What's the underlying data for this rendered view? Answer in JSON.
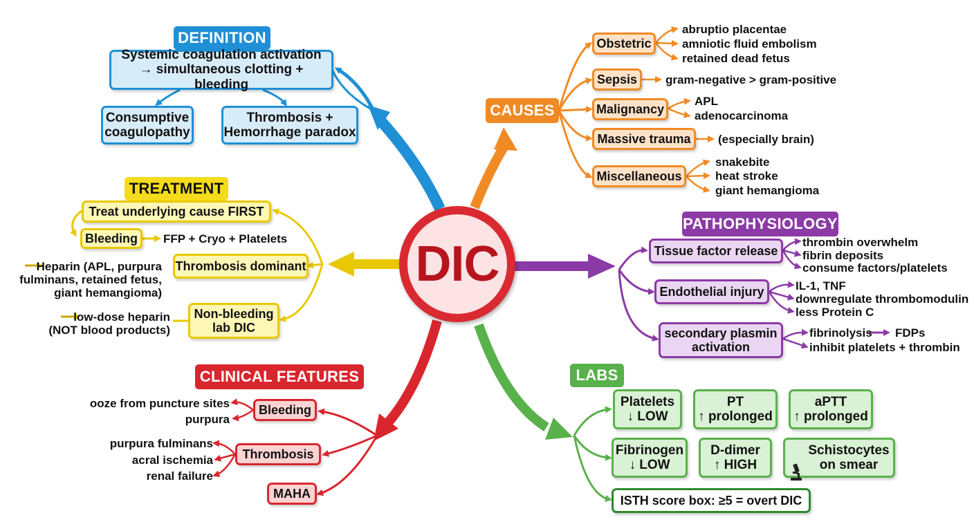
{
  "center": {
    "label": "DIC"
  },
  "colors": {
    "definition": "#1f8fd6",
    "causes": "#f08a24",
    "treatment": "#e8c800",
    "pathophysiology": "#8c3aa6",
    "clinical": "#d9262e",
    "labs": "#59b14b"
  },
  "definition": {
    "title": "DEFINITION",
    "main": "Systemic coagulation activation\n→ simultaneous clotting + bleeding",
    "children": [
      "Consumptive\ncoagulopathy",
      "Thrombosis +\nHemorrhage paradox"
    ]
  },
  "causes": {
    "title": "CAUSES",
    "items": [
      {
        "label": "Obstetric",
        "details": [
          "abruptio placentae",
          "amniotic fluid embolism",
          "retained dead fetus"
        ]
      },
      {
        "label": "Sepsis",
        "details": [
          "gram-negative > gram-positive"
        ]
      },
      {
        "label": "Malignancy",
        "details": [
          "APL",
          "adenocarcinoma"
        ]
      },
      {
        "label": "Massive trauma",
        "details": [
          "(especially brain)"
        ]
      },
      {
        "label": "Miscellaneous",
        "details": [
          "snakebite",
          "heat stroke",
          "giant hemangioma"
        ]
      }
    ]
  },
  "treatment": {
    "title": "TREATMENT",
    "first": "Treat underlying cause FIRST",
    "bleeding": {
      "label": "Bleeding",
      "detail": "FFP + Cryo + Platelets"
    },
    "thrombosis": {
      "label": "Thrombosis dominant",
      "detail": "Heparin (APL, purpura\nfulminans, retained fetus,\ngiant hemangioma)"
    },
    "nonbleeding": {
      "label": "Non-bleeding\nlab DIC",
      "detail": "low-dose heparin\n(NOT blood products)"
    }
  },
  "pathophysiology": {
    "title": "PATHOPHYSIOLOGY",
    "items": [
      {
        "label": "Tissue factor release",
        "details": [
          "thrombin overwhelm",
          "fibrin deposits",
          "consume factors/platelets"
        ]
      },
      {
        "label": "Endothelial injury",
        "details": [
          "IL-1, TNF",
          "downregulate thrombomodulin",
          "less Protein C"
        ]
      },
      {
        "label": "secondary plasmin\nactivation",
        "details": [
          "fibrinolysis",
          "FDPs",
          "inhibit platelets + thrombin"
        ]
      }
    ]
  },
  "clinical": {
    "title": "CLINICAL FEATURES",
    "items": [
      {
        "label": "Bleeding",
        "details": [
          "ooze from puncture sites",
          "purpura"
        ]
      },
      {
        "label": "Thrombosis",
        "details": [
          "purpura fulminans",
          "acral ischemia",
          "renal failure"
        ]
      },
      {
        "label": "MAHA",
        "details": []
      }
    ]
  },
  "labs": {
    "title": "LABS",
    "items": [
      {
        "label": "Platelets\n↓ LOW"
      },
      {
        "label": "PT\n↑ prolonged"
      },
      {
        "label": "aPTT\n↑ prolonged"
      },
      {
        "label": "Fibrinogen\n↓ LOW"
      },
      {
        "label": "D-dimer\n↑ HIGH"
      },
      {
        "label": "Schistocytes\non smear",
        "icon": "microscope-icon"
      }
    ],
    "isth": "ISTH score box: ≥5 = overt DIC"
  }
}
